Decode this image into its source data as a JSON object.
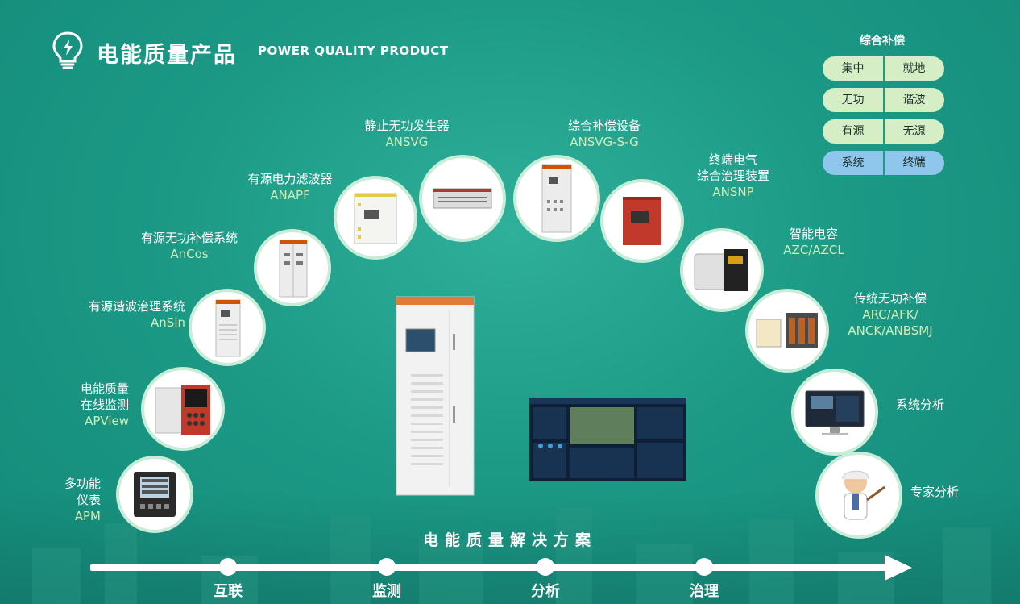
{
  "header": {
    "title": "电能质量产品",
    "subtitle": "POWER QUALITY PRODUCT",
    "icon": "lightbulb-icon"
  },
  "comprehensive": {
    "title": "综合补偿",
    "pairs": [
      {
        "left": "集中",
        "right": "就地",
        "color": "#d5eec6"
      },
      {
        "left": "无功",
        "right": "谐波",
        "color": "#d5eec6"
      },
      {
        "left": "有源",
        "right": "无源",
        "color": "#d5eec6"
      },
      {
        "left": "系统",
        "right": "终端",
        "color": "#8ec6ec"
      }
    ]
  },
  "products": [
    {
      "zh": [
        "多功能",
        "仪表"
      ],
      "en": "APM"
    },
    {
      "zh": [
        "电能质量",
        "在线监测"
      ],
      "en": "APView"
    },
    {
      "zh": [
        "有源谐波治理系统"
      ],
      "en": "AnSin"
    },
    {
      "zh": [
        "有源无功补偿系统"
      ],
      "en": "AnCos"
    },
    {
      "zh": [
        "有源电力滤波器"
      ],
      "en": "ANAPF"
    },
    {
      "zh": [
        "静止无功发生器"
      ],
      "en": "ANSVG"
    },
    {
      "zh": [
        "综合补偿设备"
      ],
      "en": "ANSVG-S-G"
    },
    {
      "zh": [
        "终端电气",
        "综合治理装置"
      ],
      "en": "ANSNP"
    },
    {
      "zh": [
        "智能电容"
      ],
      "en": "AZC/AZCL"
    },
    {
      "zh": [
        "传统无功补偿"
      ],
      "en": "ARC/AFK/\nANCK/ANBSMJ"
    },
    {
      "zh": [
        "系统分析"
      ],
      "en": ""
    },
    {
      "zh": [
        "专家分析"
      ],
      "en": ""
    }
  ],
  "solution": {
    "title": "电能质量解决方案",
    "stages": [
      "互联",
      "监测",
      "分析",
      "治理"
    ]
  },
  "colors": {
    "background": "#1c9a86",
    "accent_green": "#cfeeb8",
    "pill_green": "#d5eec6",
    "pill_blue": "#8ec6ec"
  }
}
